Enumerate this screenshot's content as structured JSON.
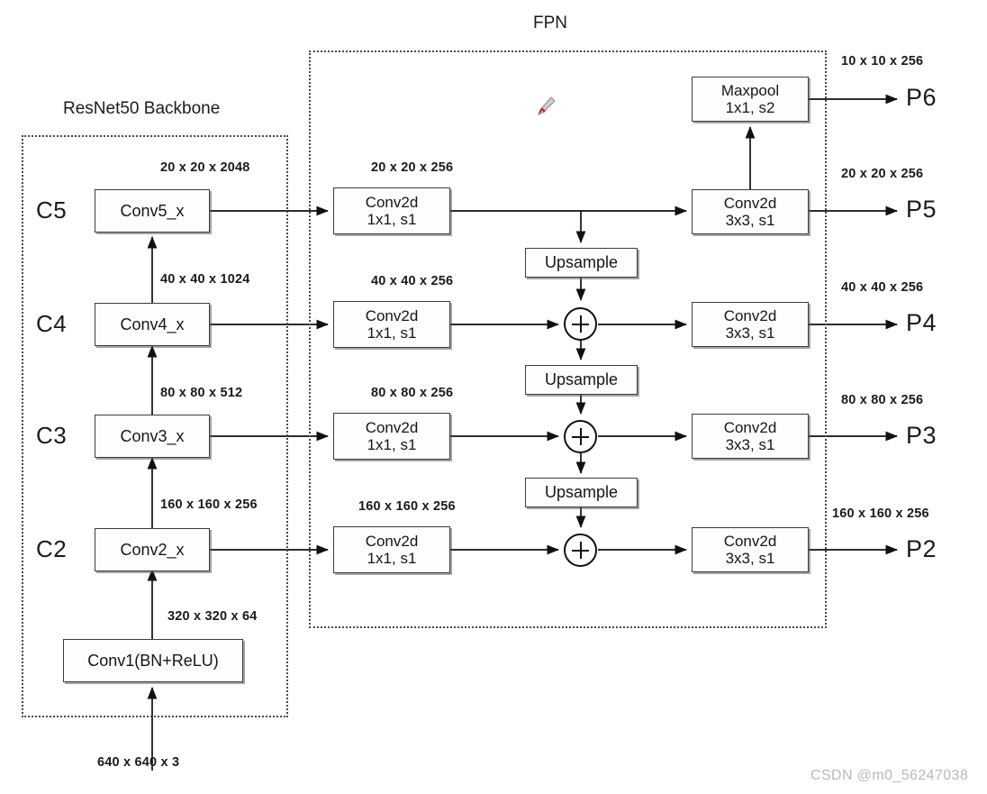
{
  "figure": {
    "title_fpn": "FPN",
    "title_backbone": "ResNet50 Backbone",
    "watermark": "CSDN @m0_56247038",
    "input_dim": "640 x 640 x 3"
  },
  "backbone": {
    "stages": [
      {
        "name": "C5",
        "box": "Conv5_x",
        "out_dim": "20 x 20 x 2048"
      },
      {
        "name": "C4",
        "box": "Conv4_x",
        "out_dim": "40 x 40 x 1024"
      },
      {
        "name": "C3",
        "box": "Conv3_x",
        "out_dim": "80 x 80 x 512"
      },
      {
        "name": "C2",
        "box": "Conv2_x",
        "out_dim": "160 x 160 x 256"
      }
    ],
    "stem": {
      "box": "Conv1(BN+ReLU)",
      "out_dim": "320 x 320 x 64"
    }
  },
  "fpn": {
    "lateral": [
      {
        "line1": "Conv2d",
        "line2": "1x1, s1",
        "out_dim": "20 x 20 x 256"
      },
      {
        "line1": "Conv2d",
        "line2": "1x1, s1",
        "out_dim": "40 x 40 x 256"
      },
      {
        "line1": "Conv2d",
        "line2": "1x1, s1",
        "out_dim": "80 x 80 x 256"
      },
      {
        "line1": "Conv2d",
        "line2": "1x1, s1",
        "out_dim": "160 x 160 x 256"
      }
    ],
    "upsample_label": "Upsample",
    "upsamples": [
      "Upsample",
      "Upsample",
      "Upsample"
    ],
    "output_convs": [
      {
        "line1": "Conv2d",
        "line2": "3x3, s1"
      },
      {
        "line1": "Conv2d",
        "line2": "3x3, s1"
      },
      {
        "line1": "Conv2d",
        "line2": "3x3, s1"
      },
      {
        "line1": "Conv2d",
        "line2": "3x3, s1"
      }
    ],
    "maxpool": {
      "line1": "Maxpool",
      "line2": "1x1, s2"
    },
    "outputs": [
      {
        "name": "P6",
        "dim": "10 x 10 x 256"
      },
      {
        "name": "P5",
        "dim": "20 x 20 x 256"
      },
      {
        "name": "P4",
        "dim": "40 x 40 x 256"
      },
      {
        "name": "P3",
        "dim": "80 x 80 x 256"
      },
      {
        "name": "P2",
        "dim": "160 x 160 x 256"
      }
    ]
  },
  "colors": {
    "stroke": "#3c3c3c",
    "dashed": "#4a4a4a",
    "text": "#1b1b1b",
    "watermark": "#b9b9b9",
    "pen": "#d32020"
  }
}
